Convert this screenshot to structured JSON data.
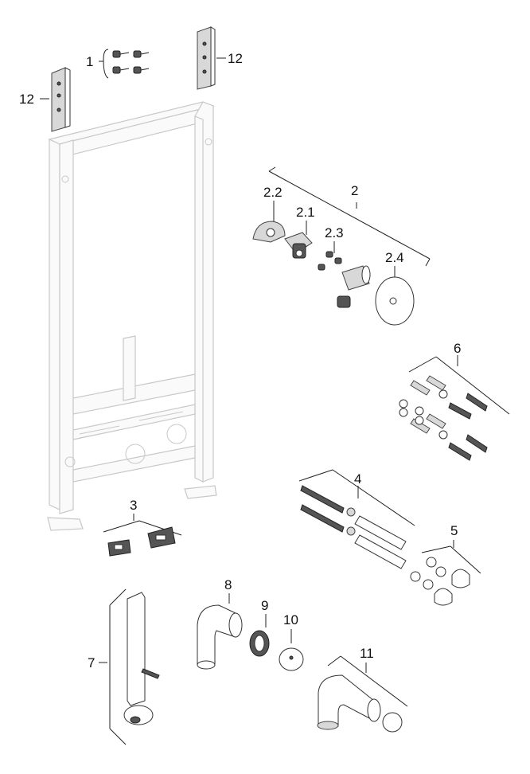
{
  "labels": {
    "p1": "1",
    "p12_right": "12",
    "p12_left": "12",
    "p2": "2",
    "p2_1": "2.1",
    "p2_2": "2.2",
    "p2_3": "2.3",
    "p2_4": "2.4",
    "p3": "3",
    "p4": "4",
    "p5": "5",
    "p6": "6",
    "p7": "7",
    "p8": "8",
    "p9": "9",
    "p10": "10",
    "p11": "11"
  }
}
